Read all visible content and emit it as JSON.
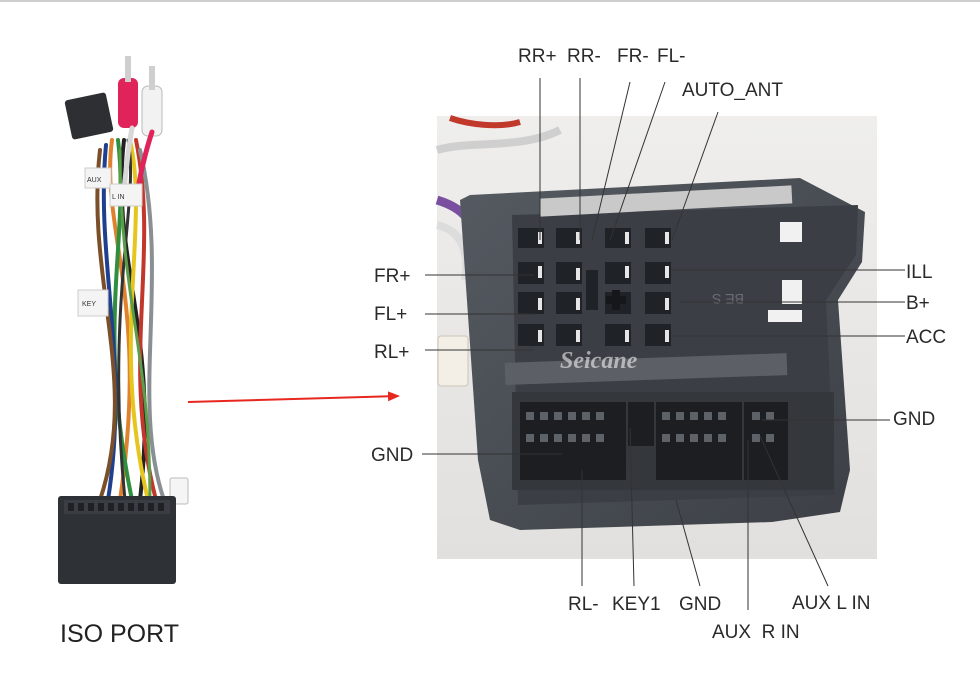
{
  "harness": {
    "caption": "ISO PORT",
    "tag_text_1": "AUX",
    "tag_text_2": "L IN",
    "tag_text_3": "KEY"
  },
  "connector": {
    "watermark": "Seicane",
    "molded_text": "BE S"
  },
  "pin_labels": {
    "top": [
      "RR+",
      "RR-",
      "FR-",
      "FL-",
      "AUTO_ANT"
    ],
    "left": [
      "FR+",
      "FL+",
      "RL+",
      "GND"
    ],
    "right": [
      "ILL",
      "B+",
      "ACC",
      "GND"
    ],
    "bottom": [
      "RL-",
      "KEY1",
      "GND",
      "AUX L IN",
      "AUX  R IN"
    ]
  },
  "colors": {
    "arrow": "#e8271f",
    "photo_bg": "#eae8e6",
    "connector_body": "#474b51",
    "harness_block": "#2e3136",
    "leader": "#333333",
    "label": "#2a2a2a"
  }
}
